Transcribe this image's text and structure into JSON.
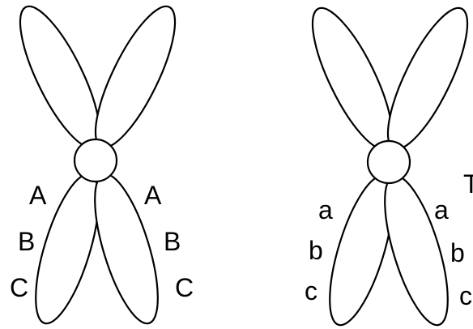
{
  "chromosome_left": {
    "alleles_left_arm": [
      "A",
      "B",
      "C"
    ],
    "alleles_right_arm": [
      "A",
      "B",
      "C"
    ]
  },
  "chromosome_right": {
    "alleles_left_arm": [
      "a",
      "b",
      "c"
    ],
    "alleles_right_arm": [
      "a",
      "b",
      "c"
    ],
    "edge_mark": "T"
  },
  "colors": {
    "stroke": "#000000",
    "fill": "#ffffff"
  }
}
